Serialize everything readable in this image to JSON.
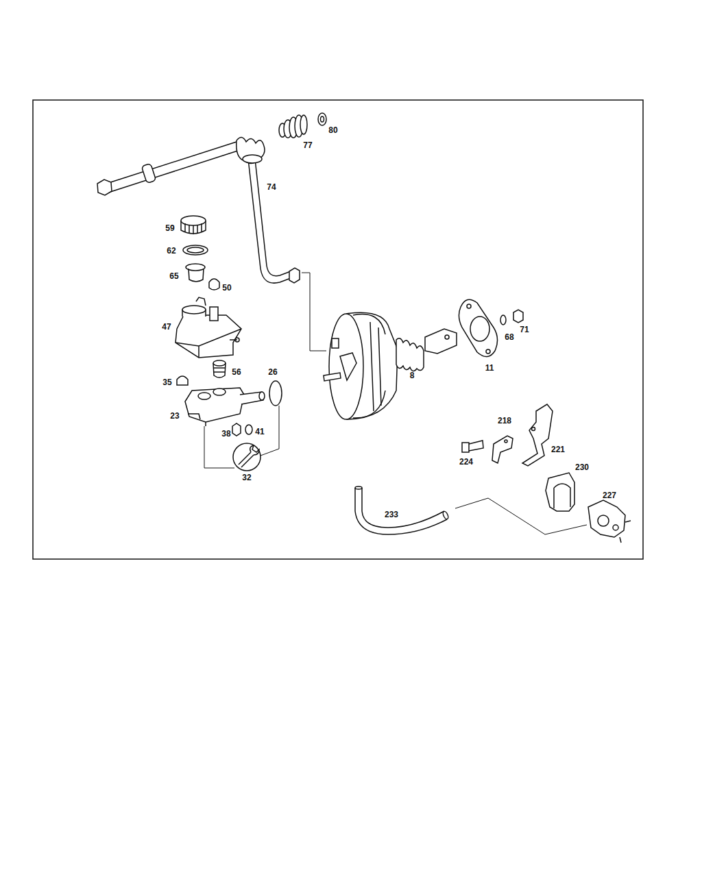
{
  "diagram": {
    "labels": [
      "77",
      "80",
      "74",
      "59",
      "62",
      "65",
      "50",
      "47",
      "8",
      "11",
      "68",
      "71",
      "56",
      "26",
      "35",
      "23",
      "38",
      "41",
      "218",
      "221",
      "224",
      "32",
      "230",
      "227",
      "233"
    ]
  }
}
